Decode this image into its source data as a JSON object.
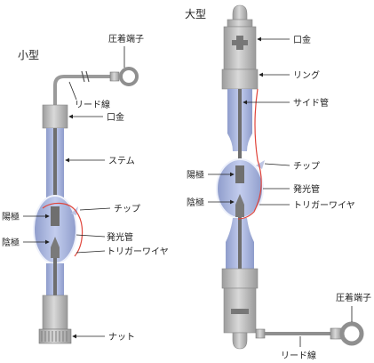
{
  "small_lamp": {
    "title": "小型",
    "labels": {
      "crimp_terminal": "圧着端子",
      "lead_wire": "リード線",
      "base": "口金",
      "stem": "ステム",
      "tip": "チップ",
      "anode": "陽極",
      "bulb": "発光管",
      "cathode": "陰極",
      "trigger_wire": "トリガーワイヤ",
      "nut": "ナット"
    }
  },
  "large_lamp": {
    "title": "大型",
    "labels": {
      "base": "口金",
      "ring": "リング",
      "side_tube": "サイド管",
      "tip": "チップ",
      "anode": "陽極",
      "bulb": "発光管",
      "cathode": "陰極",
      "trigger_wire": "トリガーワイヤ",
      "crimp_terminal": "圧着端子",
      "lead_wire": "リード線"
    }
  },
  "colors": {
    "glass": "#a9b6de",
    "glass_dark": "#8e9ccb",
    "metal": "#bfbfbf",
    "metal_dark": "#8f8f8f",
    "electrode": "#6f6f6f",
    "trigger": "#e0443a",
    "leader": "#222222"
  }
}
